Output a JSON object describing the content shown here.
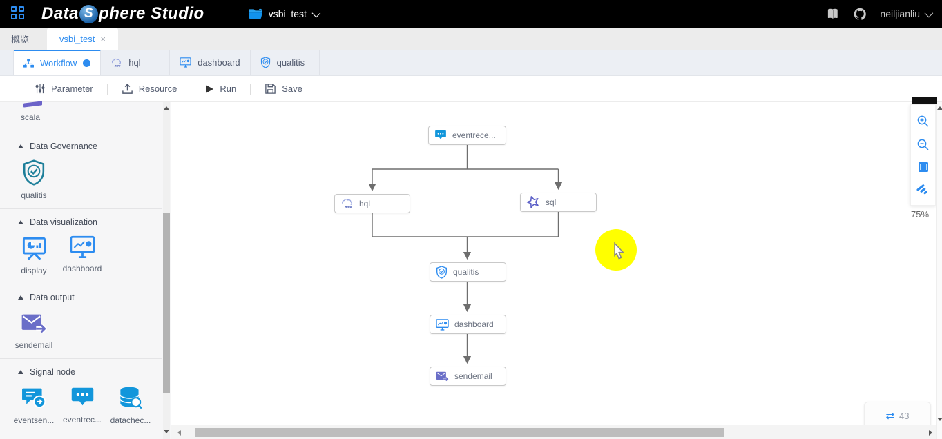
{
  "glyphs": {
    "close": "×",
    "swap_arrows": "⇄"
  },
  "header": {
    "logo_data": "Data",
    "logo_s": "S",
    "logo_rest": "phere Studio",
    "project_name": "vsbi_test",
    "user_name": "neiljianliu"
  },
  "tabs_level1": [
    {
      "label": "概览"
    },
    {
      "label": "vsbi_test"
    }
  ],
  "tabs_level2": [
    {
      "label": "Workflow"
    },
    {
      "label": "hql"
    },
    {
      "label": "dashboard"
    },
    {
      "label": "qualitis"
    }
  ],
  "toolbar": {
    "parameter": "Parameter",
    "resource": "Resource",
    "run": "Run",
    "save": "Save"
  },
  "sidebar": {
    "partial_item_label": "scala",
    "sections": [
      {
        "title": "Data Governance",
        "items": [
          {
            "label": "qualitis"
          }
        ]
      },
      {
        "title": "Data visualization",
        "items": [
          {
            "label": "display"
          },
          {
            "label": "dashboard"
          }
        ]
      },
      {
        "title": "Data output",
        "items": [
          {
            "label": "sendemail"
          }
        ]
      },
      {
        "title": "Signal node",
        "items": [
          {
            "label": "eventsen..."
          },
          {
            "label": "eventrec..."
          },
          {
            "label": "datachec..."
          }
        ]
      }
    ]
  },
  "canvas": {
    "nodes": {
      "eventreceiver": "eventrece...",
      "hql": "hql",
      "sql": "sql",
      "qualitis": "qualitis",
      "dashboard": "dashboard",
      "sendemail": "sendemail"
    },
    "zoom_percent": "75%",
    "run_count": "43"
  },
  "colors": {
    "accent_blue": "#2d8cf0",
    "signal_blue": "#1296db",
    "node_purple": "#6a6ec8",
    "qualitis_teal": "#1d7f9a",
    "highlight_yellow": "#ffff00",
    "header_black": "#000000"
  }
}
